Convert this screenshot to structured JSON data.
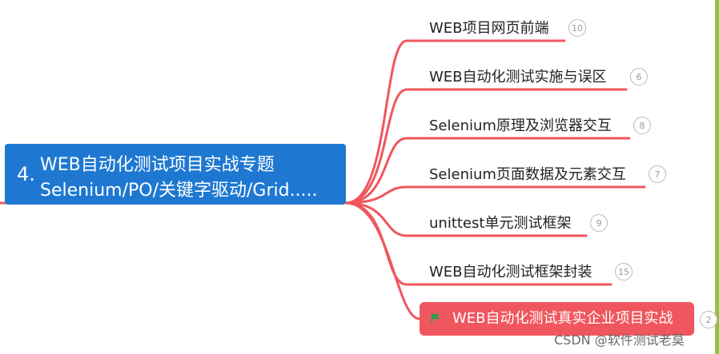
{
  "root": {
    "number": "4.",
    "line1": "WEB自动化测试项目实战专题",
    "line2": "Selenium/PO/关键字驱动/Grid.....",
    "color": "#1e78d2"
  },
  "connector_color": "#f0565e",
  "branches": [
    {
      "label": "WEB项目网页前端",
      "count": "10"
    },
    {
      "label": "WEB自动化测试实施与误区",
      "count": "6"
    },
    {
      "label": "Selenium原理及浏览器交互",
      "count": "8"
    },
    {
      "label": "Selenium页面数据及元素交互",
      "count": "7"
    },
    {
      "label": "unittest单元测试框架",
      "count": "9"
    },
    {
      "label": "WEB自动化测试框架封装",
      "count": "15"
    },
    {
      "label": "WEB自动化测试真实企业项目实战",
      "count": "2",
      "icon": "flag-icon",
      "highlight": "#f0565e"
    }
  ],
  "watermark": "CSDN @软件测试老莫"
}
